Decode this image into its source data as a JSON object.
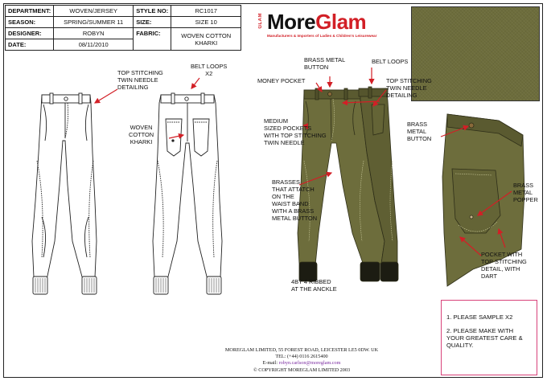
{
  "spec": {
    "department_label": "DEPARTMENT:",
    "department_value": "WOVEN/JERSEY",
    "season_label": "SEASON:",
    "season_value": "SPRING/SUMMER 11",
    "designer_label": "DESIGNER:",
    "designer_value": "ROBYN",
    "date_label": "DATE:",
    "date_value": "08/11/2010",
    "style_label": "STYLE NO:",
    "style_value": "RC1017",
    "size_label": "SIZE:",
    "size_value": "SIZE 10",
    "fabric_label": "FABRIC:",
    "fabric_value_1": "WOVEN COTTON",
    "fabric_value_2": "KHARKI"
  },
  "logo": {
    "glam_vertical": "GLAM",
    "brand_more": "More",
    "brand_glam": "Glam",
    "tagline": "Manufacturers & Importers of Ladies & Children's Leisurewear"
  },
  "labels": {
    "top_stitching_left": [
      "TOP STITCHING",
      "TWIN NEEDLE",
      "DETAILING"
    ],
    "belt_loops_back": [
      "BELT LOOPS",
      "X2"
    ],
    "woven_cotton": [
      "WOVEN",
      "COTTON",
      "KHARKI"
    ],
    "brass_button": [
      "BRASS METAL",
      "BUTTON"
    ],
    "belt_loops_front": [
      "BELT LOOPS"
    ],
    "money_pocket": [
      "MONEY POCKET"
    ],
    "top_stitching_right": [
      "TOP STITCHING",
      "TWIN NEEDLE",
      "DETAILING"
    ],
    "medium_pockets": [
      "MEDIUM",
      "SIZED POCKETS",
      "WITH TOP STITCHING",
      "TWIN NEEDLE"
    ],
    "brasses": [
      "BRASSES",
      "THAT ATTATCH",
      "ON THE",
      "WAIST BAND",
      "WITH A BRASS",
      "METAL BUTTON"
    ],
    "ribbed": [
      "4BY 4  RIBBED",
      "AT THE ANCKLE"
    ],
    "detail_brass_button": [
      "BRASS",
      "METAL",
      "BUTTON"
    ],
    "detail_popper": [
      "BRASS",
      "METAL",
      "POPPER"
    ],
    "detail_pocket": [
      "POCKET WITH",
      "TOP STITCHING",
      "DETAIL, WITH",
      "DART"
    ]
  },
  "notes": {
    "note_1": "1. PLEASE SAMPLE x2",
    "note_2": "2. PLEASE MAKE WITH YOUR GREATEST CARE & QUALITY."
  },
  "footer": {
    "address": "MOREGLAM LIMITED, 55 FOREST ROAD, LEICESTER LE5 0DW. UK",
    "tel": "TEL: (+44) 0116 2615400",
    "email_prefix": "E-mail: ",
    "email": "robyn.carlson@moreglam.com",
    "copyright": "© COPYRIGHT MOREGLAM LIMITED 2003"
  },
  "colors": {
    "khaki": "#6d6d3c",
    "khaki_dark": "#4f4f2a",
    "brand_red": "#d21f26",
    "note_border": "#d8427a",
    "arrow_red": "#d21f26"
  }
}
